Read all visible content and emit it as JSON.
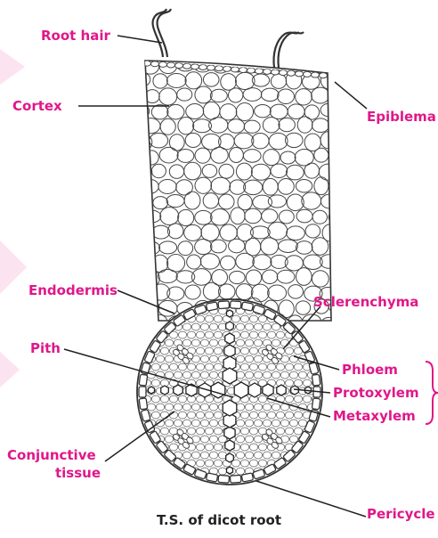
{
  "labels": {
    "root_hair": "Root hair",
    "cortex": "Cortex",
    "epiblema": "Epiblema",
    "endodermis": "Endodermis",
    "sclerenchyma": "Sclerenchyma",
    "pith": "Pith",
    "phloem": "Phloem",
    "protoxylem": "Protoxylem",
    "metaxylem": "Metaxylem",
    "conjunctive_tissue_line1": "Conjunctive",
    "conjunctive_tissue_line2": "tissue",
    "pericycle": "Pericycle"
  },
  "caption": "T.S. of dicot root",
  "colors": {
    "label": "#e0178a",
    "line": "#222222",
    "cell_outline": "#444444"
  }
}
